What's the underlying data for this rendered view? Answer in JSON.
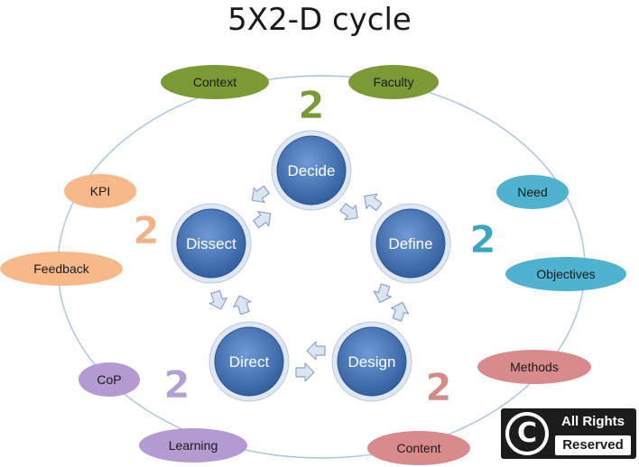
{
  "title": "5X2-D cycle",
  "core_cycle": [
    {
      "id": "decide",
      "label": "Decide"
    },
    {
      "id": "define",
      "label": "Define"
    },
    {
      "id": "design",
      "label": "Design"
    },
    {
      "id": "direct",
      "label": "Direct"
    },
    {
      "id": "dissect",
      "label": "Dissect"
    }
  ],
  "outer_items": [
    {
      "id": "context",
      "label": "Context",
      "group": "olive"
    },
    {
      "id": "faculty",
      "label": "Faculty",
      "group": "olive"
    },
    {
      "id": "need",
      "label": "Need",
      "group": "teal"
    },
    {
      "id": "objectives",
      "label": "Objectives",
      "group": "teal"
    },
    {
      "id": "methods",
      "label": "Methods",
      "group": "rose"
    },
    {
      "id": "content",
      "label": "Content",
      "group": "rose"
    },
    {
      "id": "learning",
      "label": "Learning",
      "group": "purple"
    },
    {
      "id": "cop",
      "label": "CoP",
      "group": "purple"
    },
    {
      "id": "feedback",
      "label": "Feedback",
      "group": "orange"
    },
    {
      "id": "kpi",
      "label": "KPI",
      "group": "orange"
    }
  ],
  "multiplier_labels": [
    {
      "id": "top",
      "text": "2",
      "group": "olive"
    },
    {
      "id": "right",
      "text": "2",
      "group": "teal"
    },
    {
      "id": "bottom-right",
      "text": "2",
      "group": "rose"
    },
    {
      "id": "bottom-left",
      "text": "2",
      "group": "purple"
    },
    {
      "id": "left",
      "text": "2",
      "group": "orange"
    }
  ],
  "colors": {
    "olive": "#7b9a35",
    "olive_text": "#7b9a35",
    "teal": "#4fb3cf",
    "teal_text": "#3aa6c4",
    "rose": "#d98b8b",
    "rose_text": "#d58a88",
    "purple": "#b39ad0",
    "purple_text": "#b3a0d2",
    "orange": "#f8b98a",
    "orange_text": "#f2b286",
    "core_fill": "#3f6fb0",
    "core_ring": "#dfe7f3",
    "arrow_fill": "#dbe5f1",
    "arrow_stroke": "#8ea4c4",
    "ellipse_stroke": "#a9c3dc"
  },
  "copyright": {
    "symbol": "C",
    "line1": "All Rights",
    "line2": "Reserved"
  }
}
